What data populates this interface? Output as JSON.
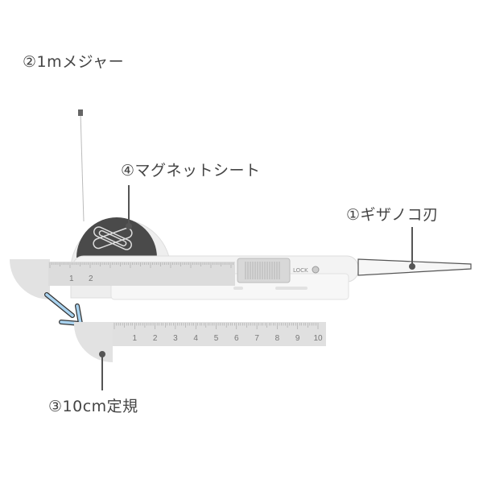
{
  "labels": {
    "tape_measure": "②1mメジャー",
    "magnet_sheet": "④マグネットシート",
    "serrated_blade": "①ギザノコ刃",
    "ruler_10cm": "③10cm定規"
  },
  "knife": {
    "lock_text": "LOCK",
    "upper_ruler_numbers": [
      "1",
      "2"
    ]
  },
  "ruler": {
    "numbers": [
      "1",
      "2",
      "3",
      "4",
      "5",
      "6",
      "7",
      "8",
      "9",
      "10"
    ]
  },
  "colors": {
    "arrow": "#a9d3f0",
    "dark_panel": "#4a4a4a",
    "leader_line": "#555555"
  }
}
